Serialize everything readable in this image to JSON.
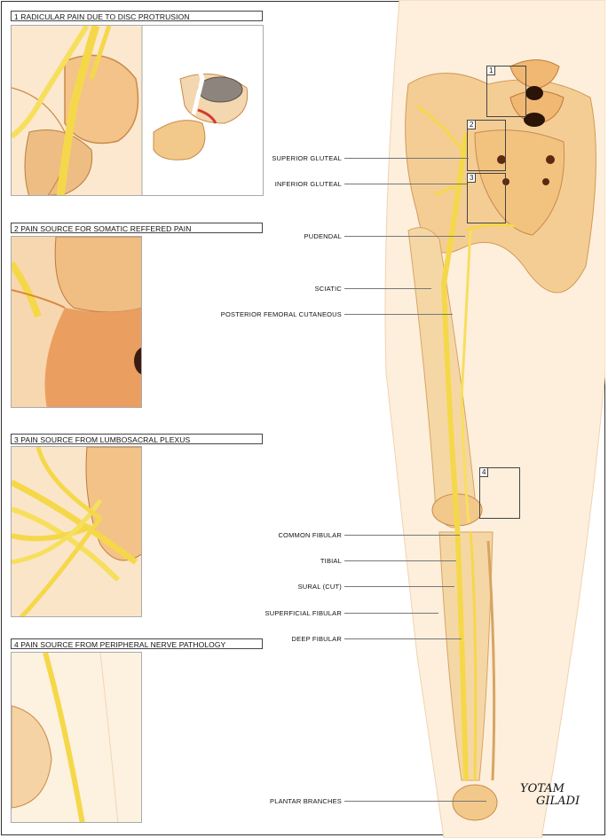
{
  "panels": [
    {
      "number": "1",
      "title": "RADICULAR PAIN DUE TO DISC PROTRUSION"
    },
    {
      "number": "2",
      "title": "PAIN SOURCE FOR SOMATIC REFFERED PAIN"
    },
    {
      "number": "3",
      "title": "PAIN SOURCE FROM LUMBOSACRAL PLEXUS"
    },
    {
      "number": "4",
      "title": "PAIN SOURCE FROM PERIPHERAL NERVE PATHOLOGY"
    }
  ],
  "labels": {
    "superior_gluteal": "SUPERIOR GLUTEAL",
    "inferior_gluteal": "INFERIOR GLUTEAL",
    "pudendal": "PUDENDAL",
    "sciatic": "SCIATIC",
    "posterior_femoral_cutaneous": "POSTERIOR FEMORAL CUTANEOUS",
    "common_fibular": "COMMON FIBULAR",
    "tibial": "TIBIAL",
    "sural": "SURAL (CUT)",
    "superficial_fibular": "SUPERFICIAL FIBULAR",
    "deep_fibular": "DEEP FIBULAR",
    "plantar_branches": "PLANTAR BRANCHES"
  },
  "zone_markers": [
    "1",
    "2",
    "3",
    "4"
  ],
  "signature": {
    "line1": "YOTAM",
    "line2": "GILADI"
  },
  "colors": {
    "nerve": "#f5d84a",
    "bone": "#f2c98a",
    "bone_shadow": "#d99a52",
    "skin": "#fbead3",
    "tissue": "#f0a56a"
  }
}
